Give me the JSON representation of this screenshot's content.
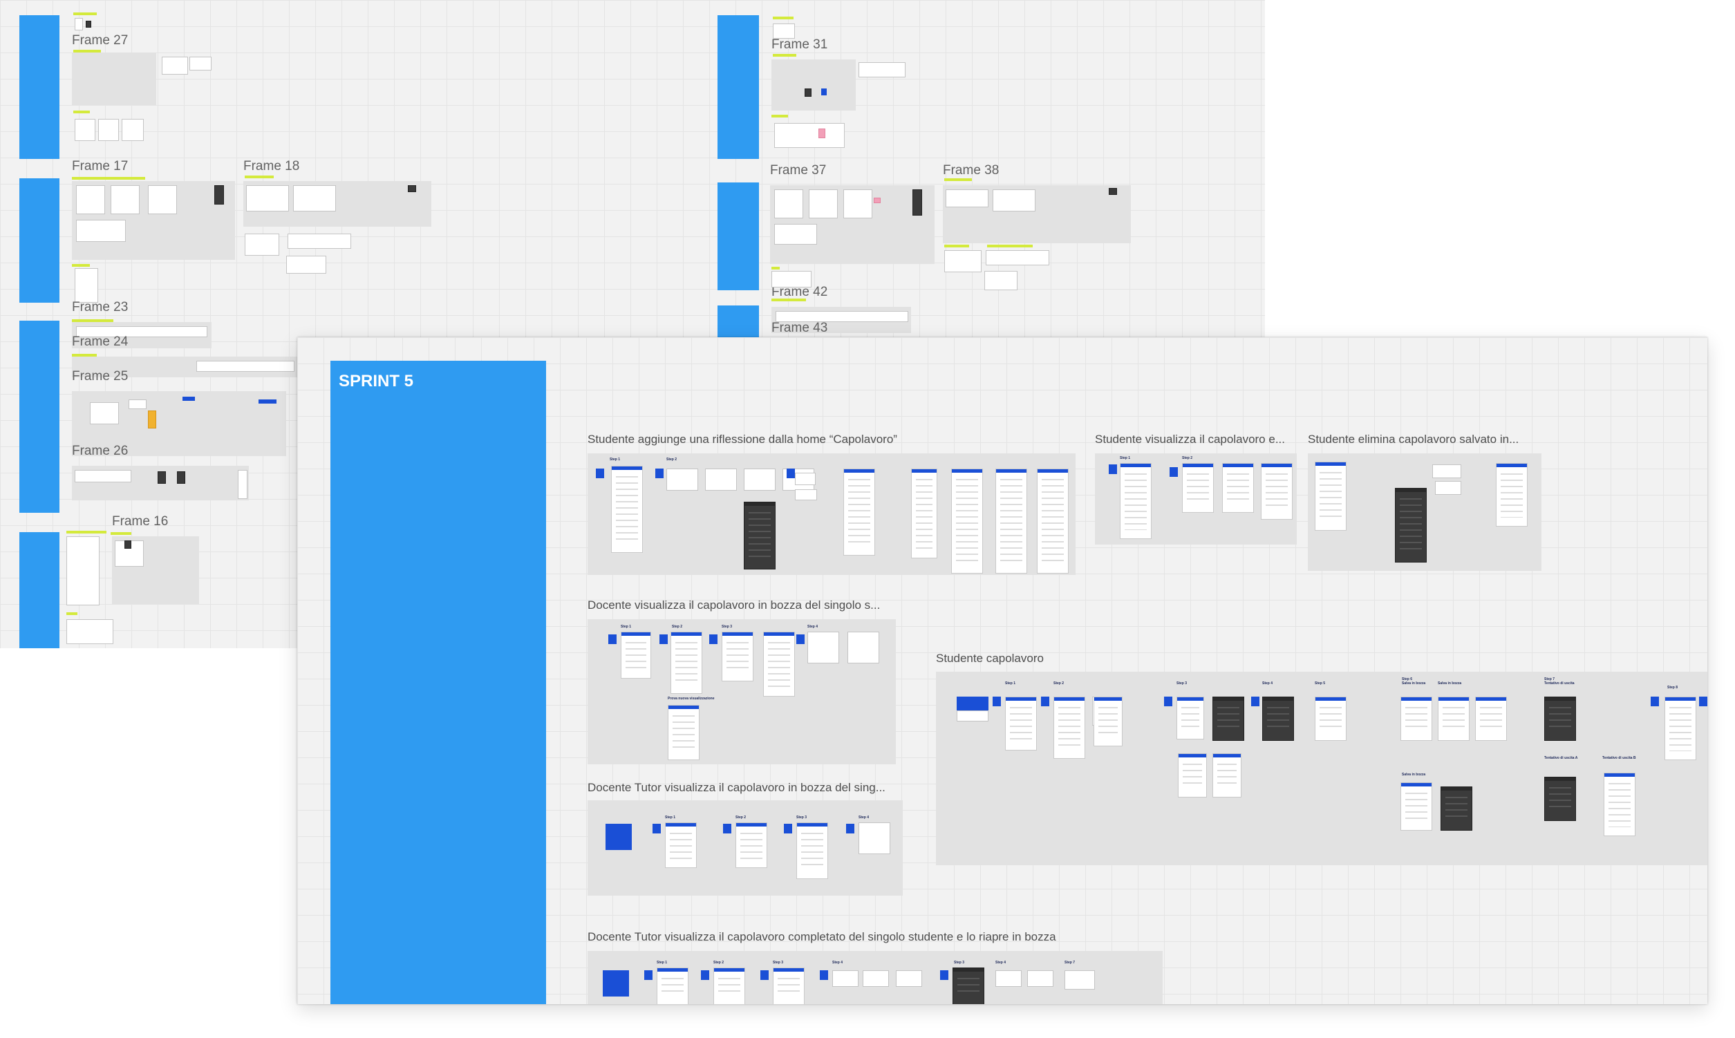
{
  "background_canvas": {
    "frames": [
      {
        "label": "Frame 27"
      },
      {
        "label": "Frame 17"
      },
      {
        "label": "Frame 18"
      },
      {
        "label": "Frame 23"
      },
      {
        "label": "Frame 24"
      },
      {
        "label": "Frame 25"
      },
      {
        "label": "Frame 26"
      },
      {
        "label": "Frame 16"
      },
      {
        "label": "Frame 31"
      },
      {
        "label": "Frame 37"
      },
      {
        "label": "Frame 38"
      },
      {
        "label": "Frame 42"
      },
      {
        "label": "Frame 43"
      }
    ]
  },
  "zoom_panel": {
    "sprint_title": "SPRINT 5",
    "frames": [
      {
        "label": "Studente aggiunge una riflessione dalla home “Capolavoro”"
      },
      {
        "label": "Studente visualizza il capolavoro e..."
      },
      {
        "label": "Studente elimina capolavoro salvato in..."
      },
      {
        "label": "Docente visualizza il capolavoro in bozza del singolo s..."
      },
      {
        "label": "Studente capolavoro"
      },
      {
        "label": "Docente Tutor visualizza il capolavoro in bozza del sing..."
      },
      {
        "label": "Docente Tutor visualizza il capolavoro completato del singolo studente e lo riapre in bozza"
      }
    ],
    "mini_labels": {
      "step1": "Step 1",
      "step2": "Step 2",
      "step3": "Step 3",
      "step4": "Step 4",
      "step5": "Step 5",
      "step6": "Step 6",
      "step7": "Step 7",
      "step8": "Step 8",
      "salva_in_bozza": "Salva in bozza",
      "tentativo_uscita": "Tentativo di uscita",
      "tentativo_uscita_a": "Tentativo di uscita A",
      "tentativo_uscita_b": "Tentativo di uscita B",
      "prova_visualizzazione": "Prova nuova visualizzazione"
    }
  },
  "colors": {
    "sprint_blue": "#2f9bf1",
    "mock_blue": "#1a4fd6",
    "sticky_yellow": "#d4ea3c",
    "canvas_bg": "#f2f2f2",
    "frame_grey": "#e2e2e2"
  }
}
